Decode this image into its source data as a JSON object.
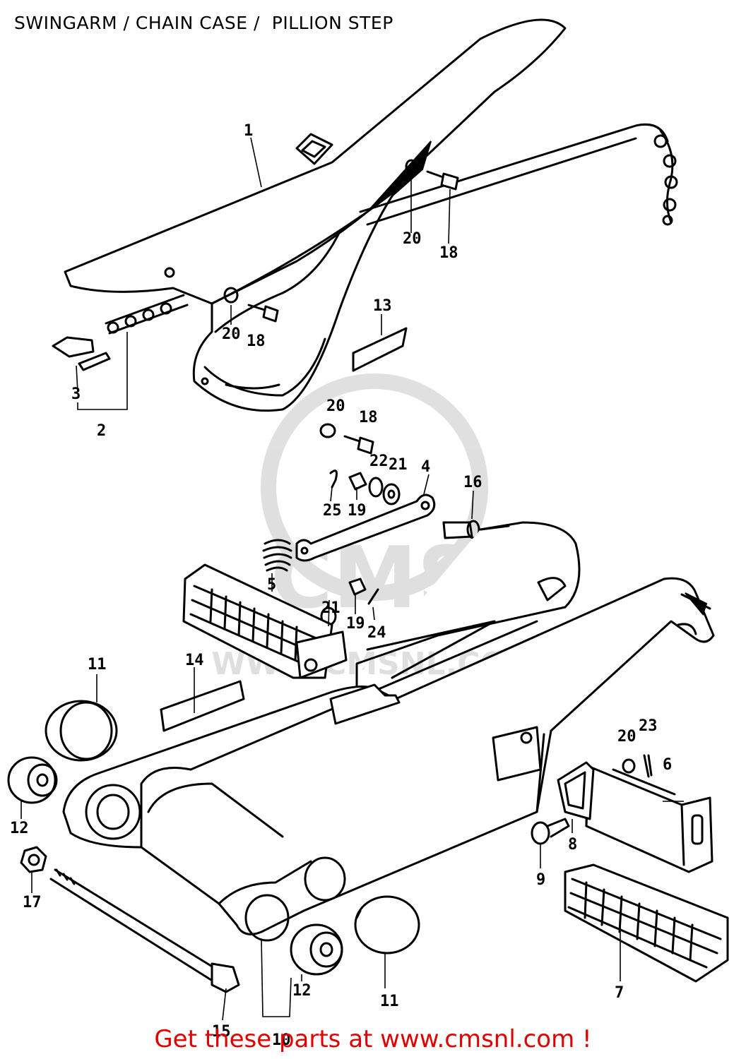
{
  "title": "SWINGARM / CHAIN CASE /  PILLION STEP",
  "footer": "Get these parts at www.cmsnl.com !",
  "colors": {
    "footer": "#e00000",
    "lines": "#000000",
    "background": "#ffffff"
  },
  "watermark": {
    "logo": "CMS",
    "text": "WWW.CMSNL.COM"
  },
  "callouts": {
    "c1": "1",
    "c2": "2",
    "c3": "3",
    "c4": "4",
    "c5": "5",
    "c6": "6",
    "c7": "7",
    "c8": "8",
    "c9": "9",
    "c10": "10",
    "c11a": "11",
    "c11b": "11",
    "c12a": "12",
    "c12b": "12",
    "c13": "13",
    "c14": "14",
    "c15": "15",
    "c16": "16",
    "c17": "17",
    "c18a": "18",
    "c18b": "18",
    "c18c": "18",
    "c19a": "19",
    "c19b": "19",
    "c20a": "20",
    "c20b": "20",
    "c20c": "20",
    "c20d": "20",
    "c21a": "21",
    "c21b": "21",
    "c22": "22",
    "c23": "23",
    "c24": "24",
    "c25": "25"
  }
}
